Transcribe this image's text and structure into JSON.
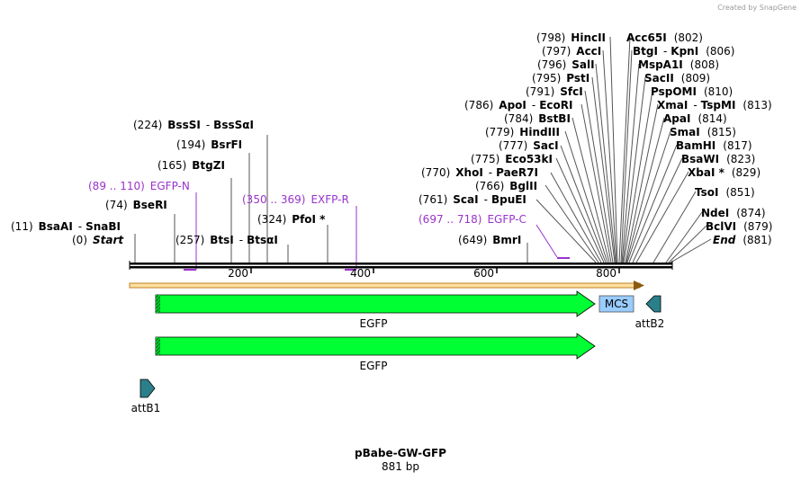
{
  "credit": "Created by SnapGene",
  "plasmid": {
    "name": "pBabe-GW-GFP",
    "size": "881 bp"
  },
  "ruler": {
    "ticks": [
      "200",
      "400",
      "600",
      "800"
    ]
  },
  "enzymes_left": [
    {
      "pos": "(11)",
      "name": "BsaAI",
      "sep": "-",
      "name2": "SnaBI"
    },
    {
      "pos": "(0)",
      "name": "Start"
    },
    {
      "pos": "(74)",
      "name": "BseRI"
    },
    {
      "pos": "(165)",
      "name": "BtgZI"
    },
    {
      "pos": "(194)",
      "name": "BsrFI"
    },
    {
      "pos": "(224)",
      "name": "BssSI",
      "sep": "-",
      "name2": "BssSαI"
    },
    {
      "pos": "(257)",
      "name": "BtsI",
      "sep": "-",
      "name2": "BtsαI"
    },
    {
      "pos": "(324)",
      "name": "PfoI *"
    },
    {
      "pos": "(649)",
      "name": "BmrI"
    },
    {
      "pos": "(761)",
      "name": "ScaI",
      "sep": "-",
      "name2": "BpuEI"
    },
    {
      "pos": "(766)",
      "name": "BglII"
    },
    {
      "pos": "(770)",
      "name": "XhoI",
      "sep": "-",
      "name2": "PaeR7I"
    },
    {
      "pos": "(775)",
      "name": "Eco53kI"
    },
    {
      "pos": "(777)",
      "name": "SacI"
    },
    {
      "pos": "(779)",
      "name": "HindIII"
    },
    {
      "pos": "(784)",
      "name": "BstBI"
    },
    {
      "pos": "(786)",
      "name": "ApoI",
      "sep": "-",
      "name2": "EcoRI"
    },
    {
      "pos": "(791)",
      "name": "SfcI"
    },
    {
      "pos": "(795)",
      "name": "PstI"
    },
    {
      "pos": "(796)",
      "name": "SalI"
    },
    {
      "pos": "(797)",
      "name": "AccI"
    },
    {
      "pos": "(798)",
      "name": "HincII"
    }
  ],
  "enzymes_right": [
    {
      "name": "Acc65I",
      "pos": "(802)"
    },
    {
      "name": "BtgI",
      "sep": "-",
      "name2": "KpnI",
      "pos": "(806)"
    },
    {
      "name": "MspA1I",
      "pos": "(808)"
    },
    {
      "name": "SacII",
      "pos": "(809)"
    },
    {
      "name": "PspOMI",
      "pos": "(810)"
    },
    {
      "name": "XmaI",
      "sep": "-",
      "name2": "TspMI",
      "pos": "(813)"
    },
    {
      "name": "ApaI",
      "pos": "(814)"
    },
    {
      "name": "SmaI",
      "pos": "(815)"
    },
    {
      "name": "BamHI",
      "pos": "(817)"
    },
    {
      "name": "BsaWI",
      "pos": "(823)"
    },
    {
      "name": "XbaI *",
      "pos": "(829)"
    },
    {
      "name": "TsoI",
      "pos": "(851)"
    },
    {
      "name": "NdeI",
      "pos": "(874)"
    },
    {
      "name": "BclVI",
      "pos": "(879)"
    },
    {
      "name": "End",
      "pos": "(881)"
    }
  ],
  "primers": [
    {
      "range": "(89 .. 110)",
      "name": "EGFP-N"
    },
    {
      "range": "(350 .. 369)",
      "name": "EXFP-R"
    },
    {
      "range": "(697 .. 718)",
      "name": "EGFP-C"
    }
  ],
  "features": {
    "egfp1": "EGFP",
    "egfp2": "EGFP",
    "mcs": "MCS",
    "attb1": "attB1",
    "attb2": "attB2"
  },
  "colors": {
    "egfp": "#00ff33",
    "mcs": "#99ccff",
    "att": "#2a7f8a",
    "primer": "#9933cc",
    "orf": "#f0b040"
  }
}
